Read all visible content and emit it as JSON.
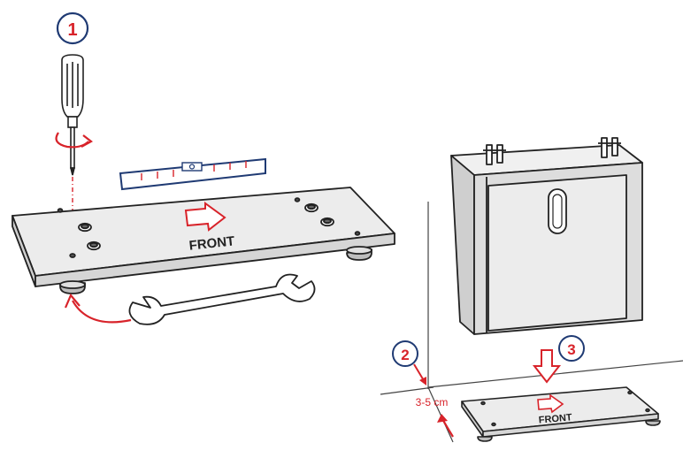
{
  "steps": {
    "step1": {
      "number": "1"
    },
    "step2": {
      "number": "2"
    },
    "step3": {
      "number": "3"
    }
  },
  "labels": {
    "front_large": "FRONT",
    "front_small": "FRONT",
    "distance": "3-5 cm"
  },
  "colors": {
    "accent_red": "#d8232a",
    "badge_outline": "#1f3a73",
    "line": "#222222",
    "board_fill": "#e8e8e8",
    "cabinet_fill": "#dcdcdc"
  },
  "icons": {
    "tool1": "screwdriver-icon",
    "tool2": "spirit-level-icon",
    "tool3": "wrench-icon"
  }
}
